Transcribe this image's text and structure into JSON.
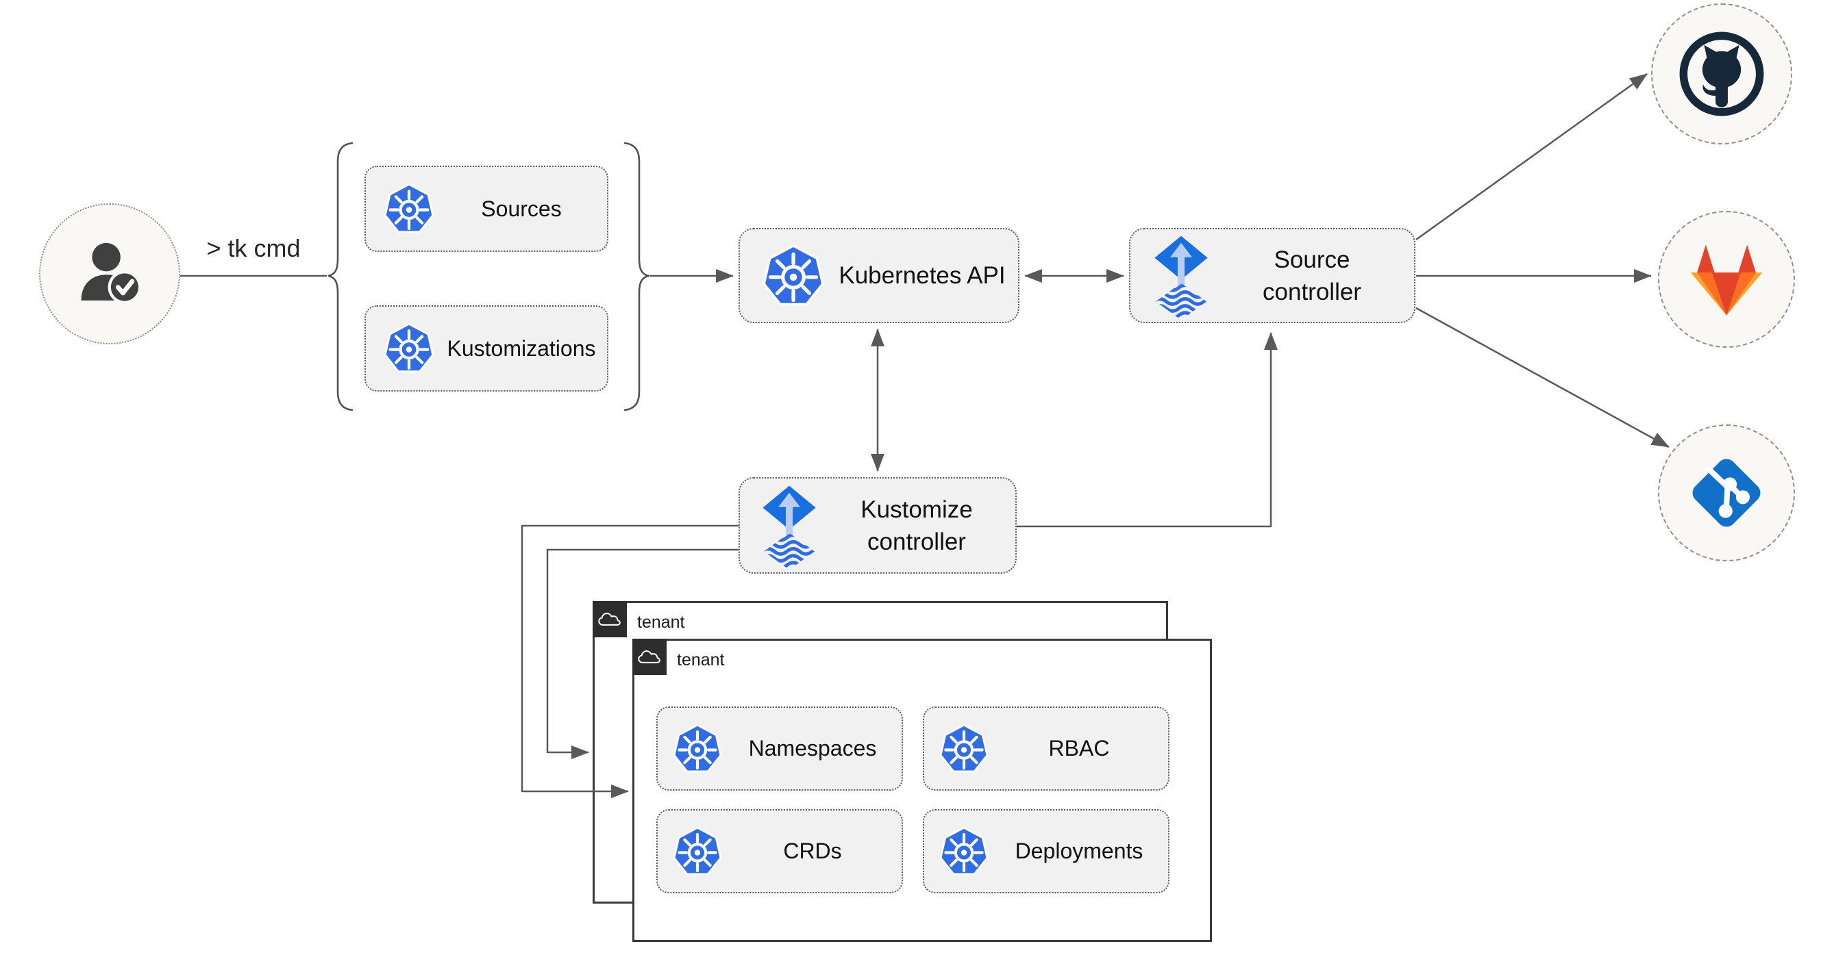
{
  "diagram": {
    "cli_label": "> tk cmd",
    "actor": {
      "icon": "user-check-icon"
    },
    "nodes": {
      "sources": {
        "label": "Sources",
        "icon": "kubernetes-icon"
      },
      "kustomizations": {
        "label": "Kustomizations",
        "icon": "kubernetes-icon"
      },
      "kubernetes_api": {
        "label": "Kubernetes API",
        "icon": "kubernetes-icon"
      },
      "source_controller": {
        "label_line1": "Source",
        "label_line2": "controller",
        "icon": "flux-icon"
      },
      "kustomize_controller": {
        "label_line1": "Kustomize",
        "label_line2": "controller",
        "icon": "flux-icon"
      }
    },
    "tenants": {
      "back": {
        "label": "tenant",
        "icon": "cloud-icon"
      },
      "front": {
        "label": "tenant",
        "icon": "cloud-icon",
        "resources": [
          {
            "label": "Namespaces",
            "icon": "kubernetes-icon"
          },
          {
            "label": "RBAC",
            "icon": "kubernetes-icon"
          },
          {
            "label": "CRDs",
            "icon": "kubernetes-icon"
          },
          {
            "label": "Deployments",
            "icon": "kubernetes-icon"
          }
        ]
      }
    },
    "remotes": [
      {
        "name": "github",
        "icon": "github-icon"
      },
      {
        "name": "gitlab",
        "icon": "gitlab-icon"
      },
      {
        "name": "git",
        "icon": "git-icon"
      }
    ],
    "colors": {
      "kubernetes_blue": "#326ce5",
      "flux_blue": "#1a6fe0",
      "flux_arrow_light": "#b9cdf2",
      "node_fill": "#f1f1f1",
      "wire_gray": "#595959",
      "tenant_tab_dark": "#2d2d2d",
      "github_dark": "#16293a",
      "gitlab_red": "#e24329",
      "gitlab_orange": "#fc6d26",
      "gitlab_amber": "#fca326",
      "git_blue": "#1270c8",
      "circle_fill": "#faf8f4"
    }
  }
}
